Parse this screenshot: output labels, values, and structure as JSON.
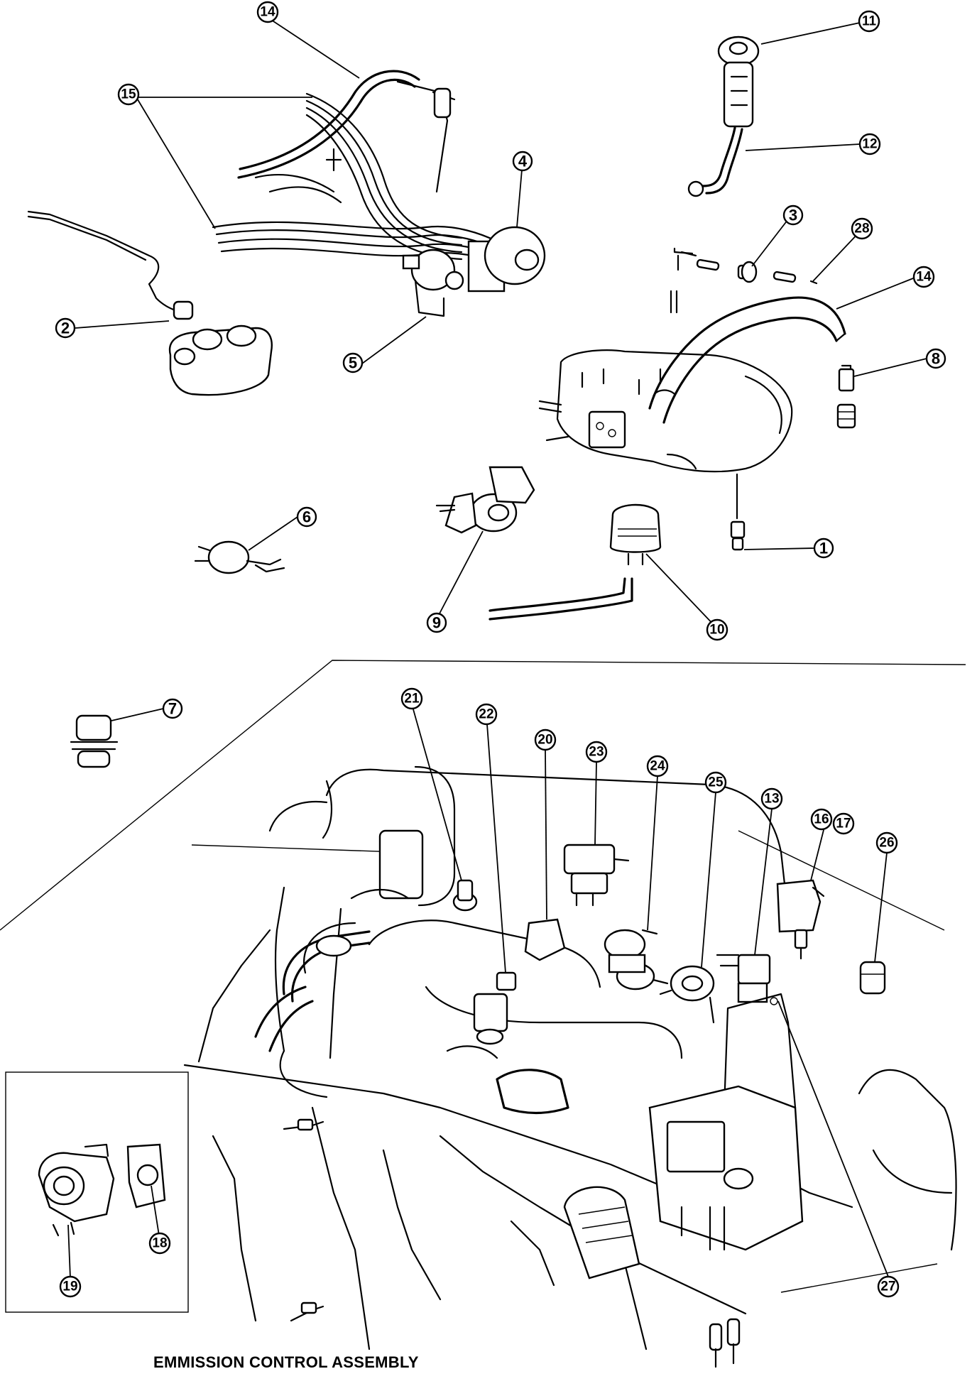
{
  "caption": "EMMISSION CONTROL ASSEMBLY",
  "callouts": {
    "c1": "1",
    "c2": "2",
    "c3": "3",
    "c4": "4",
    "c5": "5",
    "c6": "6",
    "c7": "7",
    "c8": "8",
    "c9": "9",
    "c10": "10",
    "c11": "11",
    "c12": "12",
    "c13": "13",
    "c14a": "14",
    "c14b": "14",
    "c15": "15",
    "c16": "16",
    "c17": "17",
    "c18": "18",
    "c19": "19",
    "c20": "20",
    "c21": "21",
    "c22": "22",
    "c23": "23",
    "c24": "24",
    "c25": "25",
    "c26": "26",
    "c27": "27",
    "c28": "28"
  }
}
